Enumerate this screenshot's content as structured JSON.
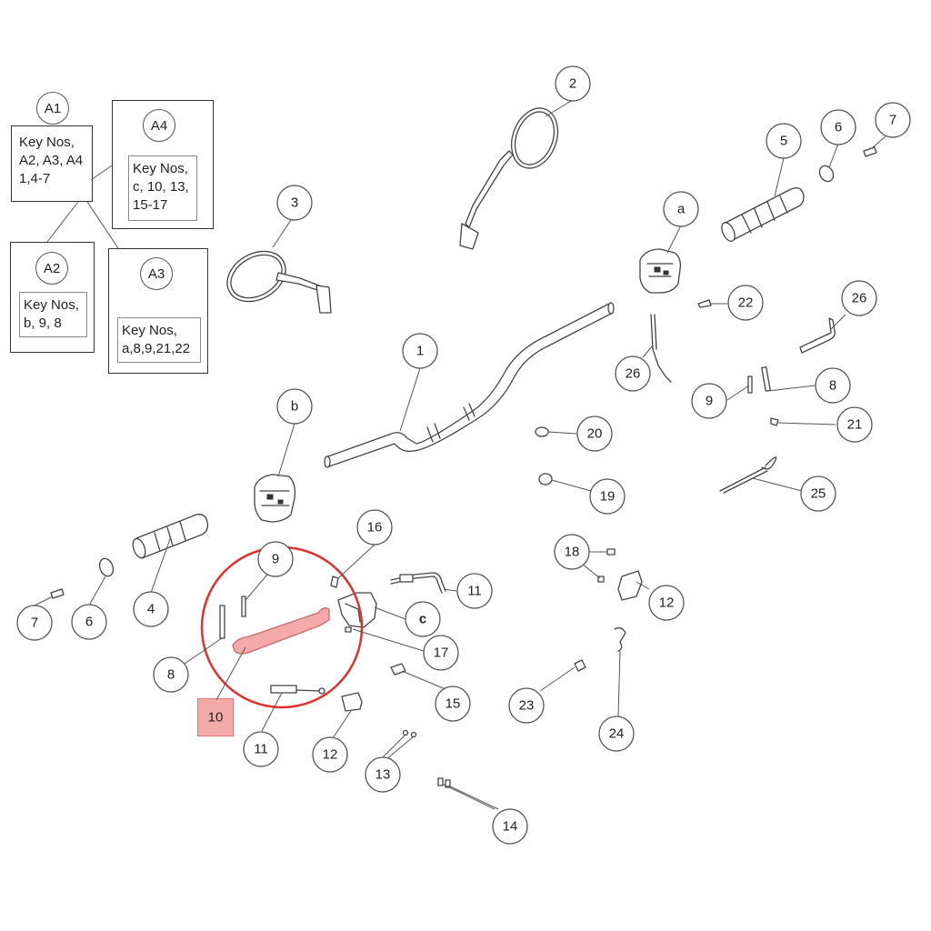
{
  "groups": {
    "a1": {
      "label": "A1",
      "text": "Key Nos,\nA2, A3, A4\n1,4-7"
    },
    "a2": {
      "label": "A2",
      "text": "Key Nos,\nb, 9, 8"
    },
    "a3": {
      "label": "A3",
      "text": "Key Nos,\na,8,9,21,22"
    },
    "a4": {
      "label": "A4",
      "text": "Key Nos,\nc, 10, 13,\n15-17"
    }
  },
  "callouts": {
    "c1": "1",
    "c2": "2",
    "c3": "3",
    "c4": "4",
    "c5": "5",
    "c6a": "6",
    "c6b": "6",
    "c7a": "7",
    "c7b": "7",
    "c8a": "8",
    "c8b": "8",
    "c9a": "9",
    "c9b": "9",
    "c10": "10",
    "c11a": "11",
    "c11b": "11",
    "c12a": "12",
    "c12b": "12",
    "c13": "13",
    "c14": "14",
    "c15": "15",
    "c16": "16",
    "c17": "17",
    "c18": "18",
    "c19": "19",
    "c20": "20",
    "c21": "21",
    "c22": "22",
    "c23": "23",
    "c24": "24",
    "c25": "25",
    "c26a": "26",
    "c26b": "26",
    "ca": "a",
    "cb": "b",
    "cc": "c"
  },
  "highlight": {
    "item": "10",
    "color": "#f4aaa9",
    "ring_color": "#e03030"
  }
}
